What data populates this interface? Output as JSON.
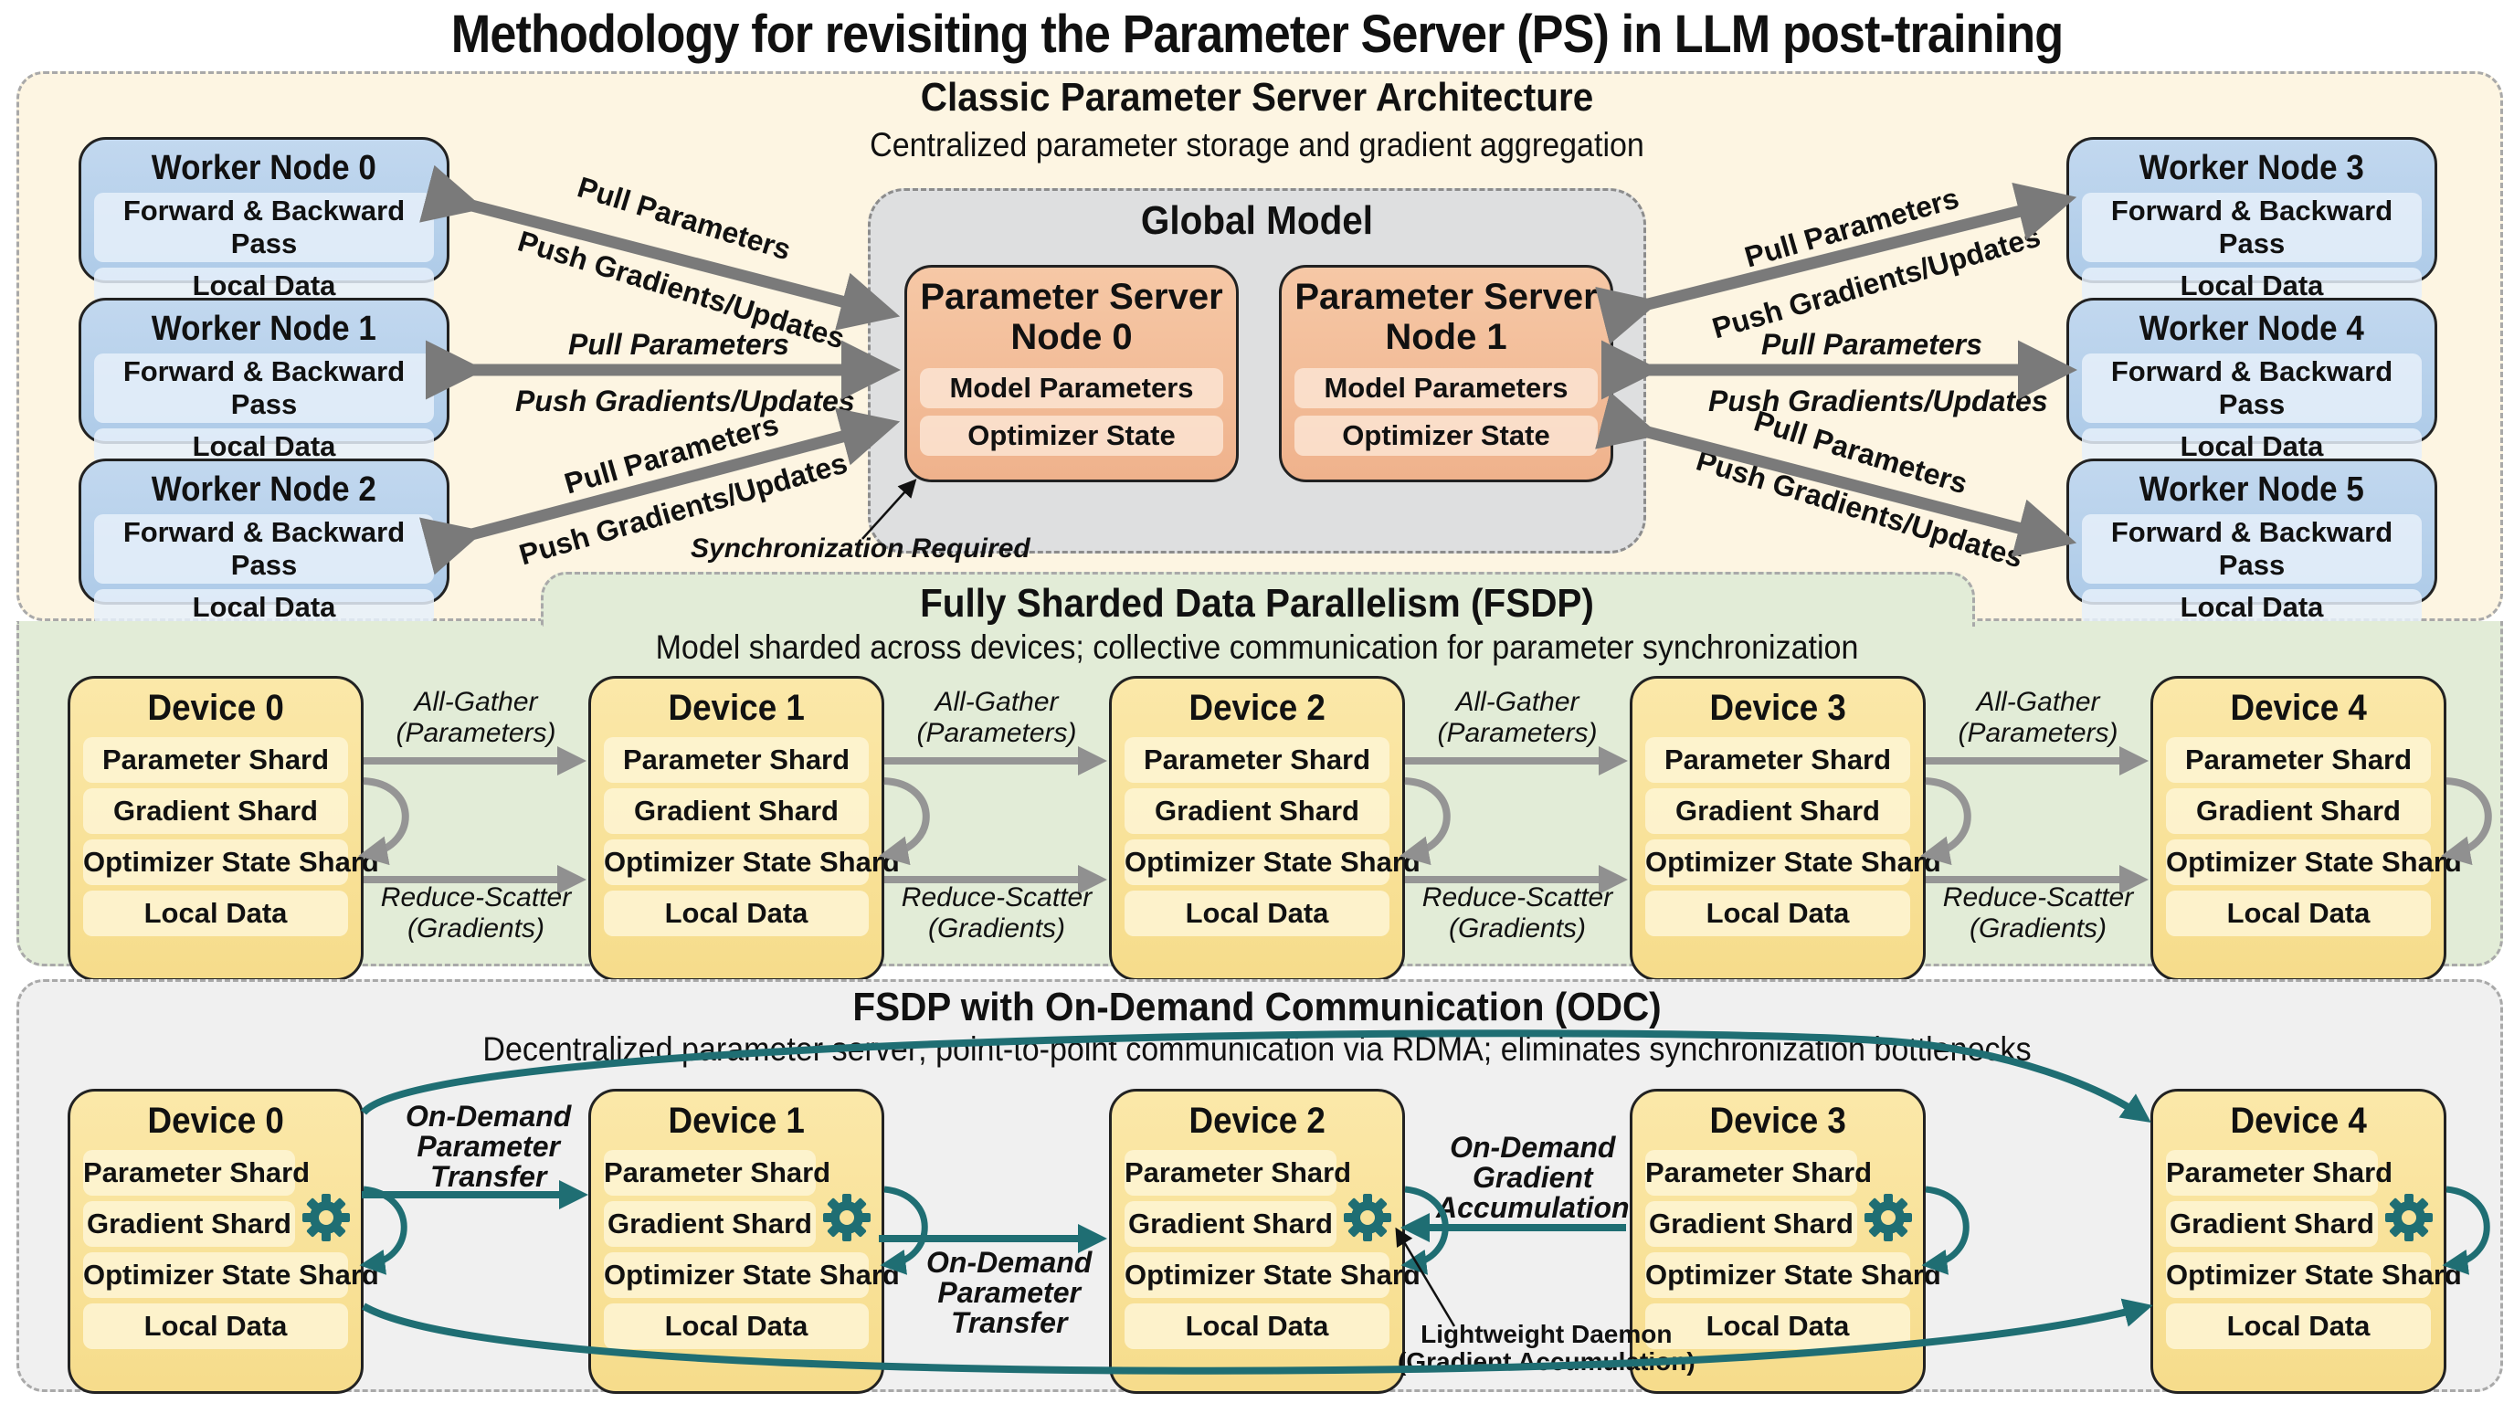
{
  "title": "Methodology for revisiting the Parameter Server (PS) in LLM post-training",
  "colors": {
    "ps_panel_bg": "#fdf5e2",
    "fsdp_panel_bg": "#e2ecd7",
    "odc_panel_bg": "#f0f0f0",
    "worker_fill": "#b8d2ec",
    "ps_node_fill": "#f3bd98",
    "device_fill": "#f8e29a",
    "gray_arrow": "#7a7a7a",
    "teal_arrow": "#1f6e73"
  },
  "classic_ps": {
    "title": "Classic Parameter Server Architecture",
    "subtitle": "Centralized parameter storage and gradient aggregation",
    "workers": [
      {
        "name": "Worker Node 0",
        "rows": [
          "Forward & Backward Pass",
          "Local Data"
        ]
      },
      {
        "name": "Worker Node 1",
        "rows": [
          "Forward & Backward Pass",
          "Local Data"
        ]
      },
      {
        "name": "Worker Node 2",
        "rows": [
          "Forward & Backward Pass",
          "Local Data"
        ]
      },
      {
        "name": "Worker Node 3",
        "rows": [
          "Forward & Backward Pass",
          "Local Data"
        ]
      },
      {
        "name": "Worker Node 4",
        "rows": [
          "Forward & Backward Pass",
          "Local Data"
        ]
      },
      {
        "name": "Worker Node 5",
        "rows": [
          "Forward & Backward Pass",
          "Local Data"
        ]
      }
    ],
    "global_model": {
      "title": "Global Model",
      "servers": [
        {
          "name_line1": "Parameter Server",
          "name_line2": "Node 0",
          "rows": [
            "Model Parameters",
            "Optimizer State"
          ]
        },
        {
          "name_line1": "Parameter Server",
          "name_line2": "Node 1",
          "rows": [
            "Model Parameters",
            "Optimizer State"
          ]
        }
      ]
    },
    "arrow_labels": {
      "pull": "Pull Parameters",
      "push": "Push Gradients/Updates"
    },
    "sync_note": "Synchronization Required"
  },
  "fsdp": {
    "title": "Fully Sharded Data Parallelism (FSDP)",
    "subtitle": "Model sharded across devices; collective communication for parameter synchronization",
    "devices": [
      {
        "name": "Device 0",
        "rows": [
          "Parameter Shard",
          "Gradient Shard",
          "Optimizer State Shard",
          "Local Data"
        ]
      },
      {
        "name": "Device 1",
        "rows": [
          "Parameter Shard",
          "Gradient Shard",
          "Optimizer State Shard",
          "Local Data"
        ]
      },
      {
        "name": "Device 2",
        "rows": [
          "Parameter Shard",
          "Gradient Shard",
          "Optimizer State Shard",
          "Local Data"
        ]
      },
      {
        "name": "Device 3",
        "rows": [
          "Parameter Shard",
          "Gradient Shard",
          "Optimizer State Shard",
          "Local Data"
        ]
      },
      {
        "name": "Device 4",
        "rows": [
          "Parameter Shard",
          "Gradient Shard",
          "Optimizer State Shard",
          "Local Data"
        ]
      }
    ],
    "all_gather": {
      "line1": "All-Gather",
      "line2": "(Parameters)"
    },
    "reduce_scatter": {
      "line1": "Reduce-Scatter",
      "line2": "(Gradients)"
    }
  },
  "odc": {
    "title": "FSDP with On-Demand Communication (ODC)",
    "subtitle": "Decentralized parameter server; point-to-point communication via RDMA; eliminates synchronization bottlenecks",
    "devices": [
      {
        "name": "Device 0",
        "rows": [
          "Parameter Shard",
          "Gradient Shard",
          "Optimizer State Shard",
          "Local Data"
        ]
      },
      {
        "name": "Device 1",
        "rows": [
          "Parameter Shard",
          "Gradient Shard",
          "Optimizer State Shard",
          "Local Data"
        ]
      },
      {
        "name": "Device 2",
        "rows": [
          "Parameter Shard",
          "Gradient Shard",
          "Optimizer State Shard",
          "Local Data"
        ]
      },
      {
        "name": "Device 3",
        "rows": [
          "Parameter Shard",
          "Gradient Shard",
          "Optimizer State Shard",
          "Local Data"
        ]
      },
      {
        "name": "Device 4",
        "rows": [
          "Parameter Shard",
          "Gradient Shard",
          "Optimizer State Shard",
          "Local Data"
        ]
      }
    ],
    "param_transfer": {
      "line1": "On-Demand",
      "line2": "Parameter",
      "line3": "Transfer"
    },
    "grad_accum": {
      "line1": "On-Demand",
      "line2": "Gradient",
      "line3": "Accumulation"
    },
    "daemon": {
      "line1": "Lightweight Daemon",
      "line2": "(Gradient Accumulation)"
    },
    "gear_icon": "gear-icon"
  }
}
